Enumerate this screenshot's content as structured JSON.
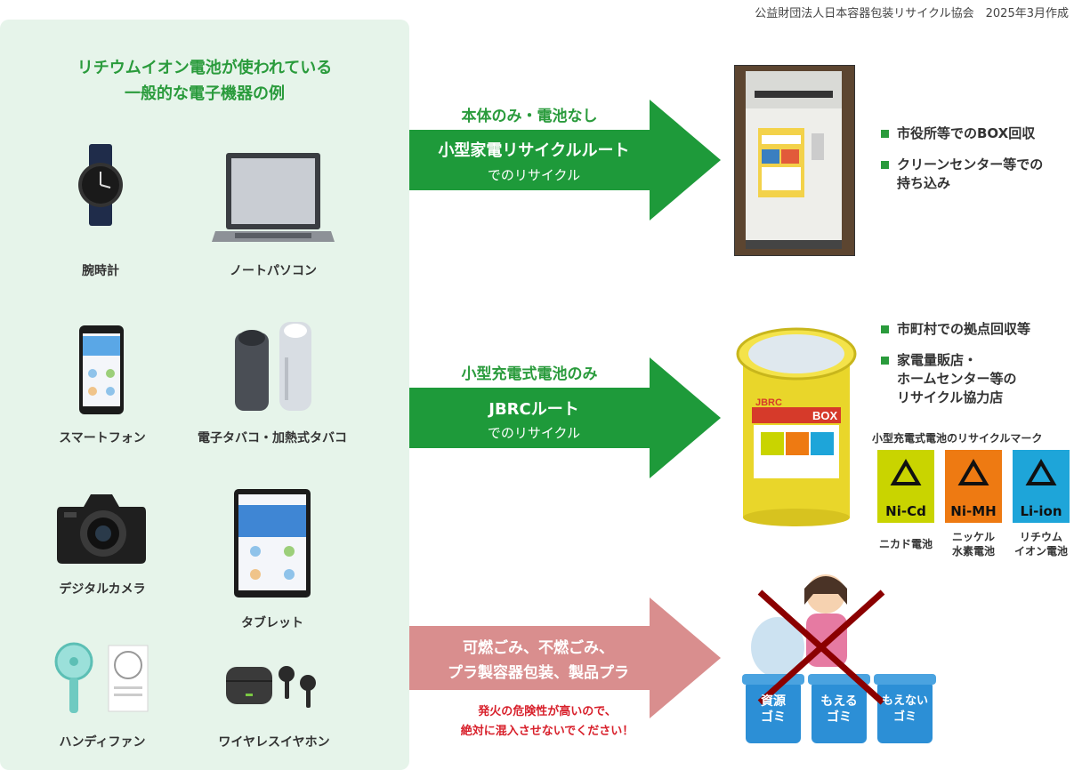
{
  "header": {
    "credit": "公益財団法人日本容器包装リサイクル協会　2025年3月作成"
  },
  "panel": {
    "title_line1": "リチウムイオン電池が使われている",
    "title_line2": "一般的な電子機器の例",
    "devices": [
      {
        "label": "腕時計",
        "icon": "wristwatch-icon"
      },
      {
        "label": "ノートパソコン",
        "icon": "laptop-icon"
      },
      {
        "label": "スマートフォン",
        "icon": "smartphone-icon"
      },
      {
        "label": "電子タバコ・加熱式タバコ",
        "icon": "e-cigarette-icon"
      },
      {
        "label": "デジタルカメラ",
        "icon": "camera-icon"
      },
      {
        "label": "タブレット",
        "icon": "tablet-icon"
      },
      {
        "label": "ハンディファン",
        "icon": "handy-fan-icon"
      },
      {
        "label": "ワイヤレスイヤホン",
        "icon": "earbuds-icon"
      }
    ]
  },
  "routes": {
    "appliance": {
      "top": "本体のみ・電池なし",
      "main": "小型家電リサイクルルート",
      "sub": "でのリサイクル",
      "bullets": [
        "市役所等でのBOX回収",
        "クリーンセンター等での",
        "持ち込み"
      ]
    },
    "jbrc": {
      "top": "小型充電式電池のみ",
      "main": "JBRCルート",
      "sub": "でのリサイクル",
      "bullets": [
        "市町村での拠点回収等",
        "家電量販店・",
        "ホームセンター等の",
        "リサイクル協力店"
      ],
      "box_label": "BOX",
      "box_brand": "JBRC"
    },
    "waste": {
      "main_line1": "可燃ごみ、不燃ごみ、",
      "main_line2": "プラ製容器包装、製品プラ",
      "warn_line1": "発火の危険性が高いので、",
      "warn_line2": "絶対に混入させないでください！",
      "bins": [
        {
          "line1": "資源",
          "line2": "ゴミ"
        },
        {
          "line1": "もえる",
          "line2": "ゴミ"
        },
        {
          "line1": "もえない",
          "line2": "ゴミ"
        }
      ]
    }
  },
  "marks": {
    "title": "小型充電式電池のリサイクルマーク",
    "items": [
      {
        "label": "Ni-Cd",
        "color": "#c9d400",
        "caption1": "ニカド電池",
        "caption2": ""
      },
      {
        "label": "Ni-MH",
        "color": "#ee7a12",
        "caption1": "ニッケル",
        "caption2": "水素電池"
      },
      {
        "label": "Li-ion",
        "color": "#1ea5d9",
        "caption1": "リチウム",
        "caption2": "イオン電池"
      }
    ]
  },
  "colors": {
    "green": "#2a9b3c",
    "arrow_green": "#1e9a3a",
    "arrow_pink": "#d98e8e",
    "warn_red": "#d8202b",
    "panel_bg": "#e6f4ea"
  }
}
